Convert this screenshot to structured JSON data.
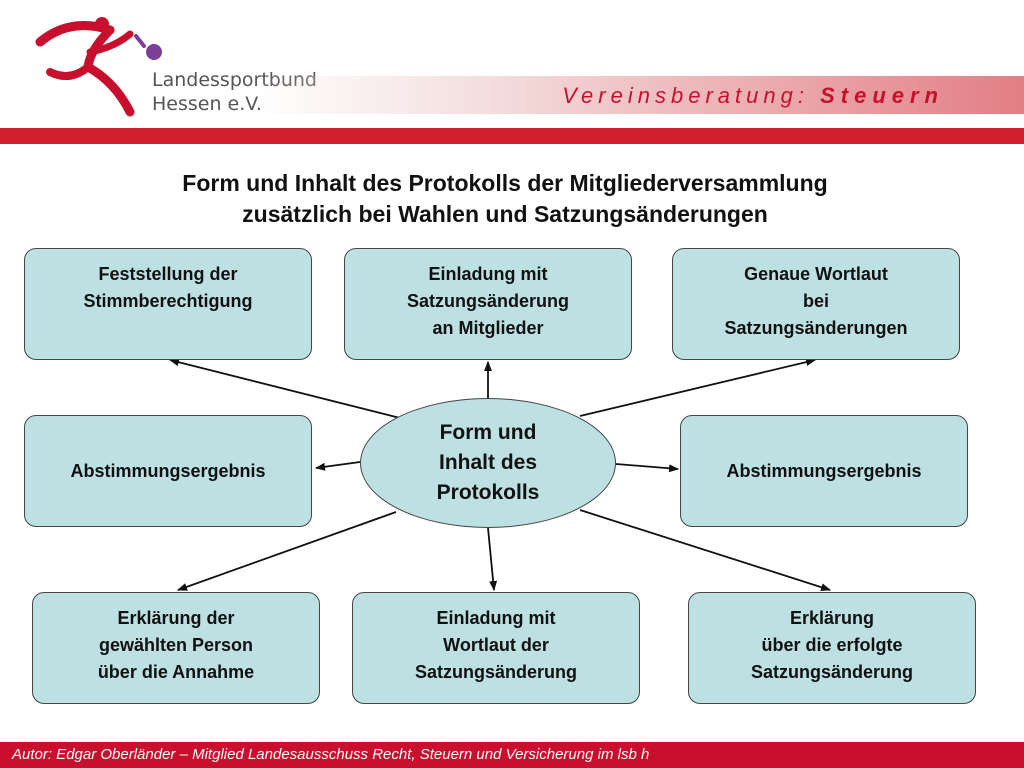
{
  "header": {
    "org_name_line1": "Landessportbund",
    "org_name_line2": "Hessen e.V.",
    "section": "Vereinsberatung:",
    "topic": "Steuern"
  },
  "title": {
    "line1": "Form und Inhalt des Protokolls der Mitgliederversammlung",
    "line2": "zusätzlich bei Wahlen und Satzungsänderungen"
  },
  "center": {
    "lines": [
      "Form und",
      "Inhalt des",
      "Protokolls"
    ]
  },
  "boxes": {
    "top_left": {
      "lines": [
        "Feststellung der",
        "Stimmberechtigung"
      ]
    },
    "top_middle": {
      "lines": [
        "Einladung mit",
        "Satzungsänderung",
        "an Mitglieder"
      ]
    },
    "top_right": {
      "lines": [
        "Genaue Wortlaut",
        "bei",
        "Satzungsänderungen"
      ]
    },
    "middle_left": {
      "lines": [
        "Abstimmungsergebnis"
      ]
    },
    "middle_right": {
      "lines": [
        "Abstimmungsergebnis"
      ]
    },
    "bottom_left": {
      "lines": [
        "Erklärung der",
        "gewählten Person",
        "über die Annahme"
      ]
    },
    "bottom_middle": {
      "lines": [
        "Einladung mit",
        "Wortlaut der",
        "Satzungsänderung"
      ]
    },
    "bottom_right": {
      "lines": [
        "Erklärung",
        "über die erfolgte",
        "Satzungsänderung"
      ]
    }
  },
  "footer": {
    "text": "Autor: Edgar Oberländer – Mitglied Landesausschuss Recht, Steuern und Versicherung im lsb h"
  },
  "colors": {
    "brand_red": "#c8102e",
    "box_fill": "#bde0e3",
    "logo_purple": "#7b3f98"
  },
  "icons": {
    "logo": "athlete-figure-logo"
  }
}
